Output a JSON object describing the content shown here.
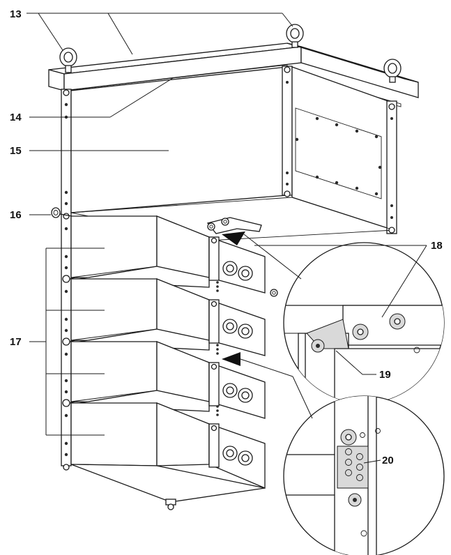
{
  "callouts": [
    {
      "id": "13",
      "text": "13"
    },
    {
      "id": "14",
      "text": "14"
    },
    {
      "id": "15",
      "text": "15"
    },
    {
      "id": "16",
      "text": "16"
    },
    {
      "id": "17",
      "text": "17"
    },
    {
      "id": "18",
      "text": "18"
    },
    {
      "id": "19",
      "text": "19"
    },
    {
      "id": "20",
      "text": "20"
    }
  ],
  "colors": {
    "line": "#1a1a1a",
    "detail_fill": "#d9d9d9",
    "arrow": "#111111"
  },
  "speaker_modules": 4,
  "eye_bolts": 3
}
